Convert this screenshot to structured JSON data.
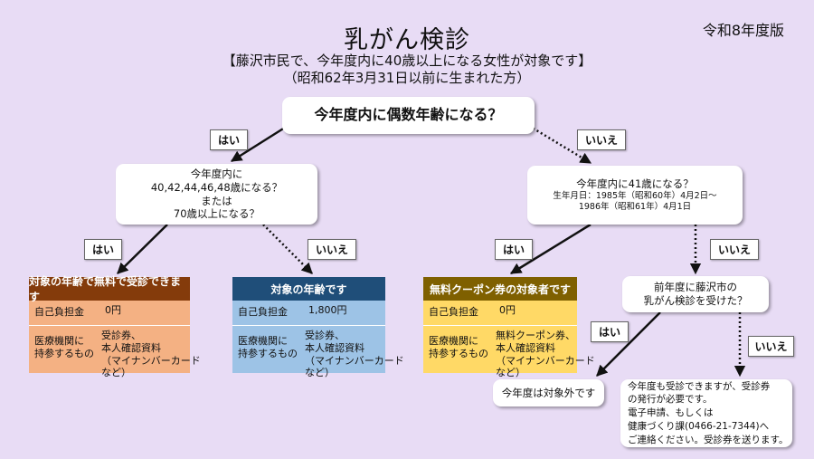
{
  "header": {
    "title": "乳がん検診",
    "edition": "令和8年度版",
    "subtitle": "【藤沢市民で、今年度内に40歳以上になる女性が対象です】",
    "subtitle2": "（昭和62年3月31日以前に生まれた方）"
  },
  "root_question": "今年度内に偶数年齢になる？",
  "labels": {
    "yes": "はい",
    "no": "いいえ"
  },
  "q_even": [
    "今年度内に",
    "40,42,44,46,48歳になる？",
    "または",
    "70歳以上になる？"
  ],
  "q_41": [
    "今年度内に41歳になる？",
    "生年月日：1985年（昭和60年）4月2日～",
    "1986年（昭和61年）4月1日"
  ],
  "q_prev": [
    "前年度に藤沢市の",
    "乳がん検診を受けた？"
  ],
  "cards": [
    {
      "header": "対象の年齢で無料で受診できます",
      "cost_label": "自己負担金",
      "cost": "0円",
      "bring_label": [
        "医療機関に",
        "持参するもの"
      ],
      "bring": [
        "受診券、",
        "本人確認資料",
        "（マイナンバーカード",
        "など）"
      ],
      "colors": {
        "header_bg": "#843b0b",
        "header_fg": "#ffffff",
        "body_bg": "#f4b183"
      }
    },
    {
      "header": "対象の年齢です",
      "cost_label": "自己負担金",
      "cost": "1,800円",
      "bring_label": [
        "医療機関に",
        "持参するもの"
      ],
      "bring": [
        "受診券、",
        "本人確認資料",
        "（マイナンバーカード",
        "など）"
      ],
      "colors": {
        "header_bg": "#1f4e79",
        "header_fg": "#ffffff",
        "body_bg": "#9dc3e6"
      }
    },
    {
      "header": "無料クーポン券の対象者です",
      "cost_label": "自己負担金",
      "cost": "0円",
      "bring_label": [
        "医療機関に",
        "持参するもの"
      ],
      "bring": [
        "無料クーポン券、",
        "本人確認資料",
        "（マイナンバーカード",
        "など）"
      ],
      "colors": {
        "header_bg": "#7f6000",
        "header_fg": "#ffffff",
        "body_bg": "#ffd966"
      }
    }
  ],
  "result_not_eligible": "今年度は対象外です",
  "result_apply": [
    "今年度も受診できますが、受診券",
    "の発行が必要です。",
    "電子申請、もしくは",
    "健康づくり課(0466-21-7344)へ",
    "ご連絡ください。受診券を送ります。"
  ],
  "colors": {
    "background": "#e8dcf5",
    "box": "#ffffff"
  }
}
